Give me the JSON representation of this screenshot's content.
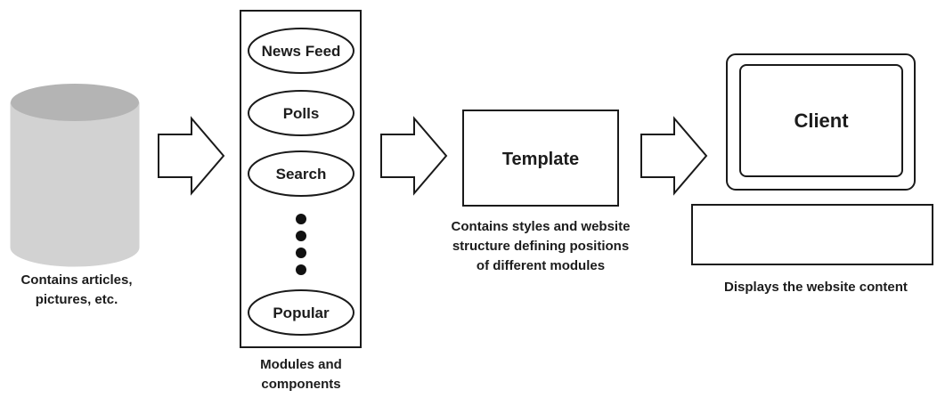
{
  "database": {
    "caption_line1": "Contains articles,",
    "caption_line2": "pictures, etc."
  },
  "modules": {
    "items": [
      "News Feed",
      "Polls",
      "Search",
      "Popular"
    ],
    "caption_line1": "Modules and",
    "caption_line2": "components"
  },
  "template": {
    "label": "Template",
    "caption_line1": "Contains styles and website",
    "caption_line2": "structure defining positions",
    "caption_line3": "of different modules"
  },
  "client": {
    "label": "Client",
    "caption": "Displays the website content"
  },
  "colors": {
    "cylinder_side": "#d2d2d2",
    "cylinder_top": "#b4b4b4",
    "stroke": "#1a1a1a"
  }
}
